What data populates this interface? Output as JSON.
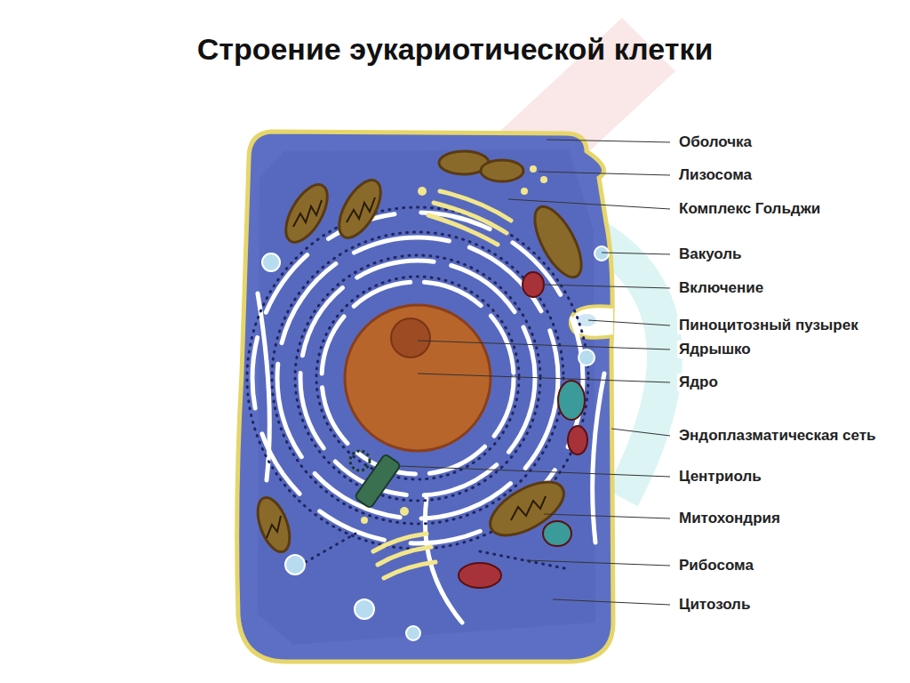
{
  "diagram": {
    "title": "Строение эукариотической клетки",
    "labels": [
      "Оболочка",
      "Лизосома",
      "Комплекс Гольджи",
      "Вакуоль",
      "Включение",
      "Пиноцитозный пузырек",
      "Ядрышко",
      "Ядро",
      "Эндоплазматическая сеть",
      "Центриоль",
      "Митохондрия",
      "Рибосома",
      "Цитозоль"
    ]
  }
}
